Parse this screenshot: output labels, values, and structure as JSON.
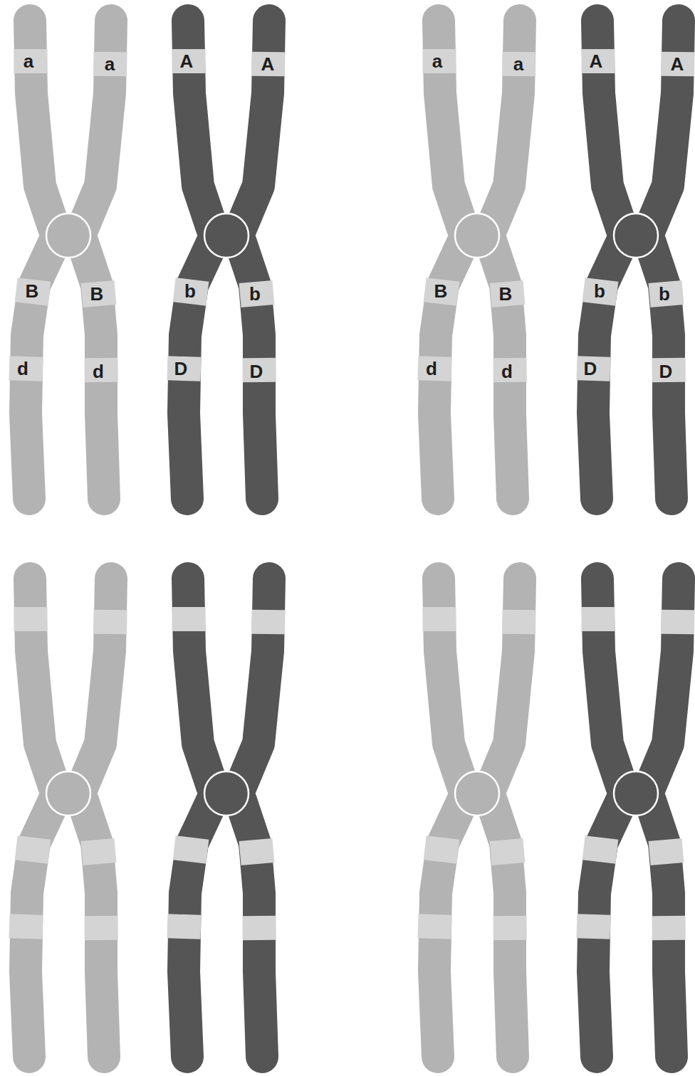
{
  "diagram": {
    "labels": [
      "a",
      "a",
      "B",
      "B",
      "d",
      "d",
      "A",
      "A",
      "b",
      "b",
      "D",
      "D",
      "a",
      "a",
      "B",
      "B",
      "d",
      "d",
      "A",
      "A",
      "b",
      "b",
      "D",
      "D"
    ]
  }
}
